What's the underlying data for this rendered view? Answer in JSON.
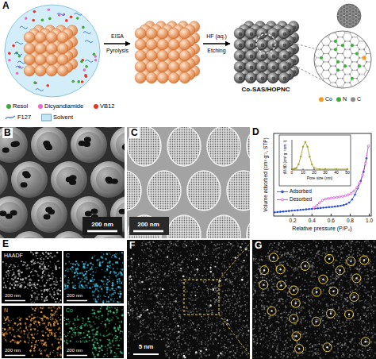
{
  "diagram": {
    "labels": [
      "A",
      "EISA Pyrolysis",
      "HF (aq.) Etching",
      "Co-SAS/HOPNC",
      "B",
      "200 nm",
      "C",
      "200 nm",
      "D",
      "Volume adsorbed (cm³ g⁻¹, STP)",
      "Relative pressure (P/P₀)",
      "0.2",
      "0.4",
      "0.6",
      "0.8",
      "1.0",
      "dV/dD (cm³ g⁻¹ nm⁻¹)",
      "Pore size (nm)",
      "0",
      "10",
      "20",
      "30",
      "40",
      "50",
      "E",
      "HAADF",
      "C",
      "N",
      "Co",
      "200 nm",
      "200 nm",
      "200 nm",
      "200 nm",
      "F",
      "5 nm",
      "G"
    ],
    "legend": [
      {
        "text": "Resol",
        "color": "#3aa935"
      },
      {
        "text": "Dicyandiamide",
        "color": "#e86ac4"
      },
      {
        "text": "VB12",
        "color": "#e8352a"
      },
      {
        "text": "F127"
      },
      {
        "text": "Solvent",
        "color": "#c4e6f6"
      },
      {
        "text": "Co",
        "color": "#f39c1f"
      },
      {
        "text": "N",
        "color": "#3cae3c"
      },
      {
        "text": "C",
        "color": "#8c8c8c"
      },
      {
        "text": "Adsorbed"
      },
      {
        "text": "Desorbed"
      }
    ]
  }
}
